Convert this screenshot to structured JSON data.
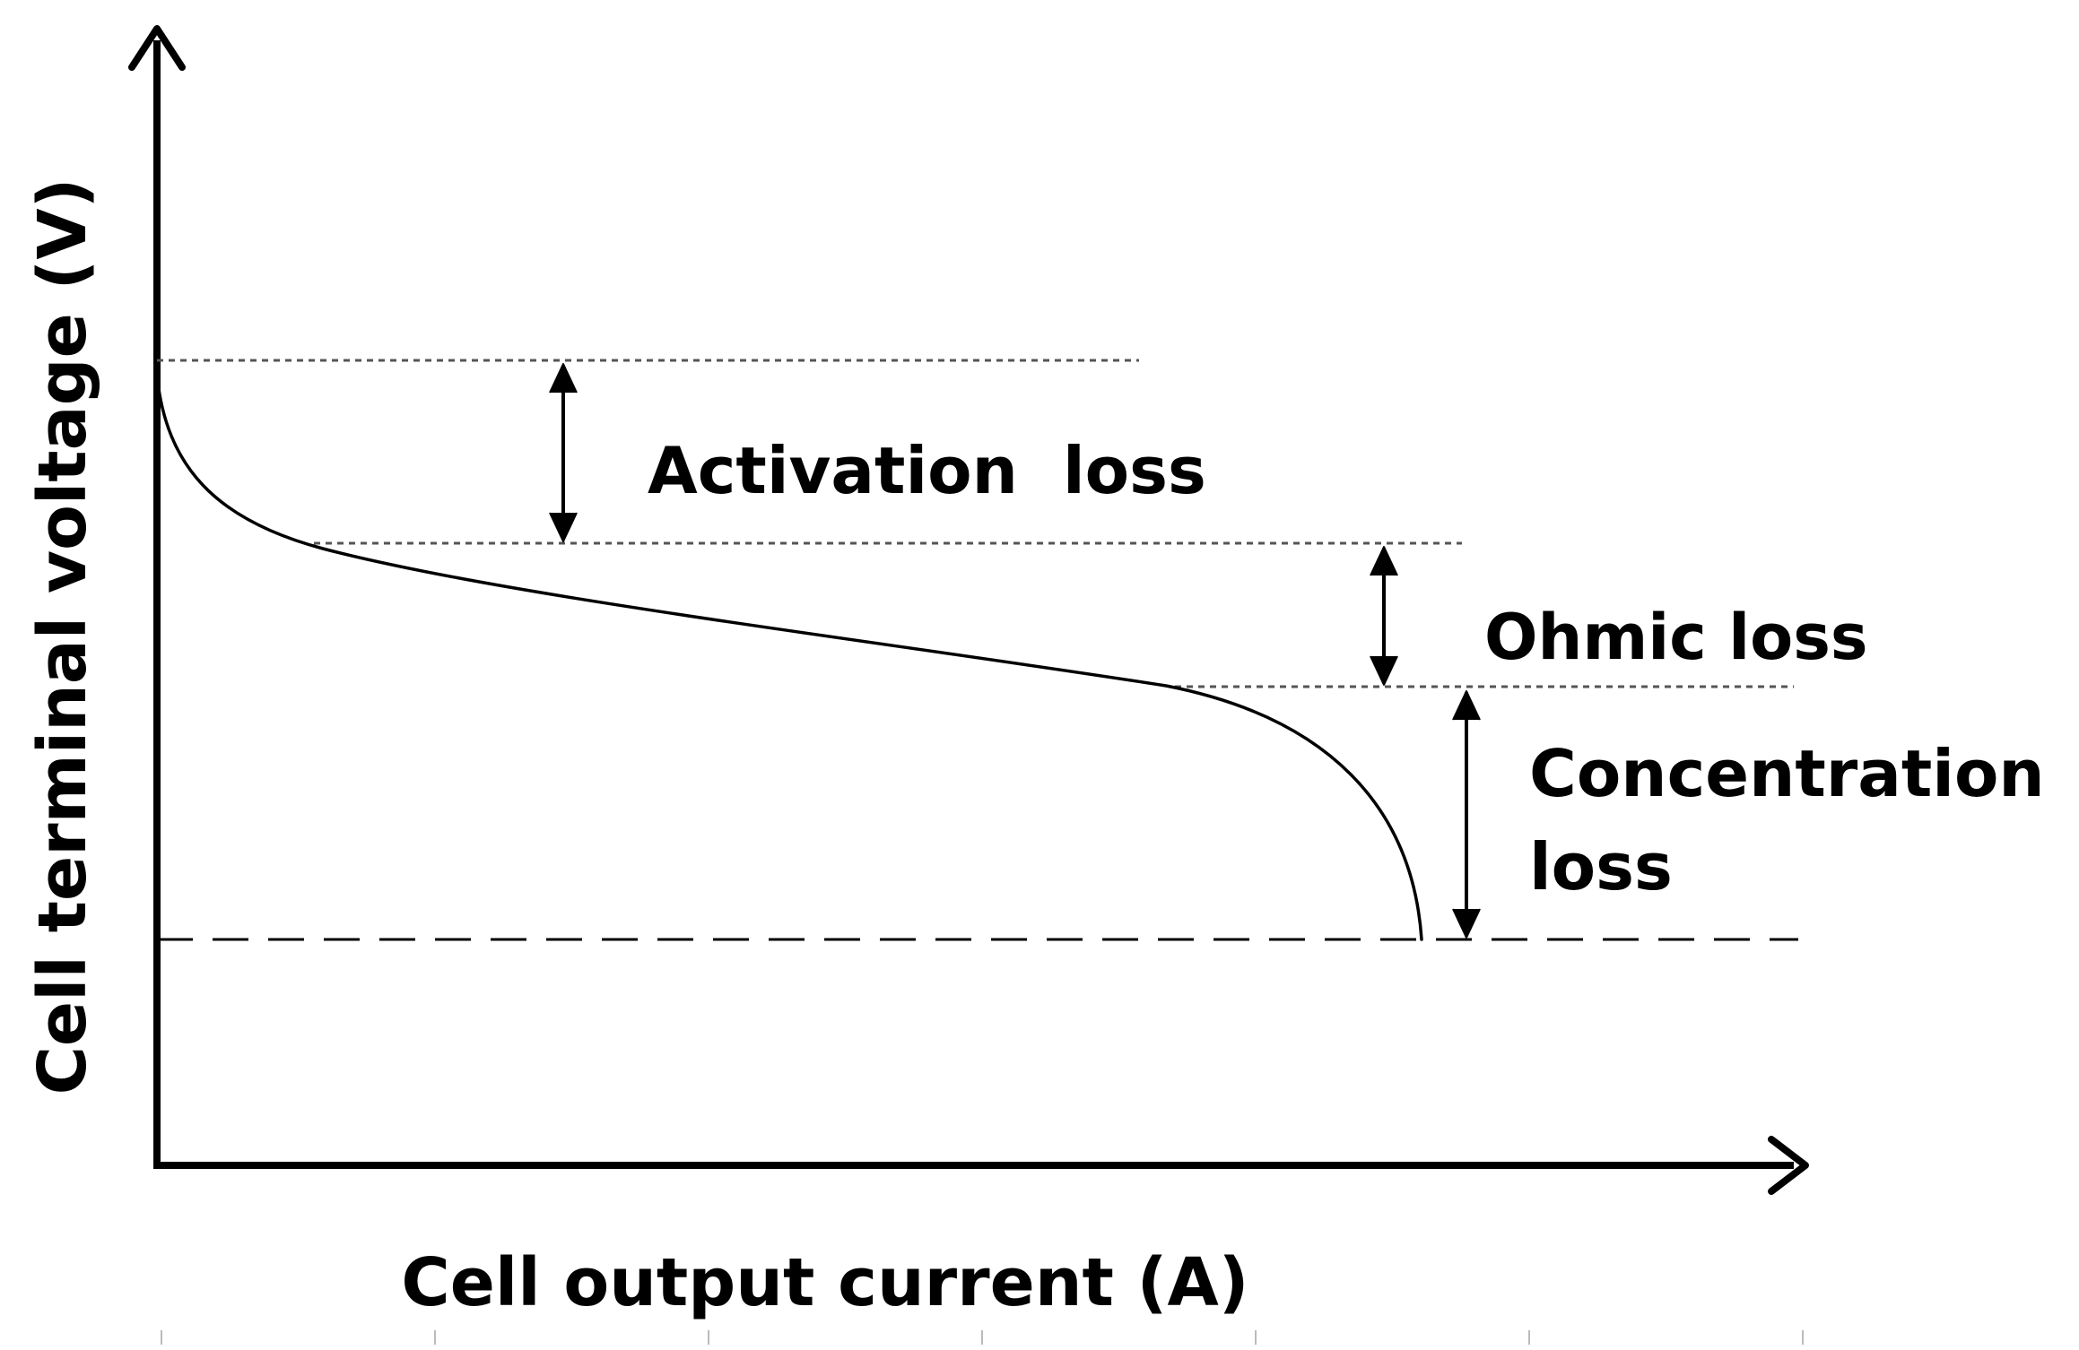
{
  "axes": {
    "ylabel": "Cell terminal voltage (V)",
    "xlabel": "Cell output current (A)"
  },
  "annotations": {
    "activation": "Activation  loss",
    "ohmic": "Ohmic loss",
    "concentration_line1": "Concentration",
    "concentration_line2": "loss"
  },
  "colors": {
    "ink": "#000000",
    "guide": "#555555"
  }
}
